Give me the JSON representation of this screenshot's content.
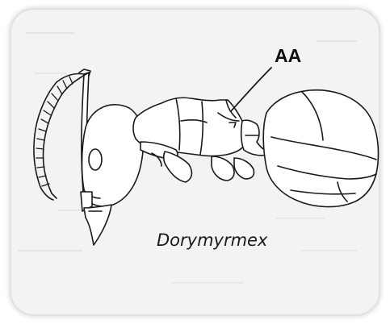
{
  "figure": {
    "pointer_label": "AA",
    "caption": "Dorymyrmex",
    "subject": "ant-lateral-view-drawing"
  },
  "colors": {
    "background": "#ffffff",
    "paper": "#f3f3f3",
    "ink": "#1a1a1a"
  }
}
